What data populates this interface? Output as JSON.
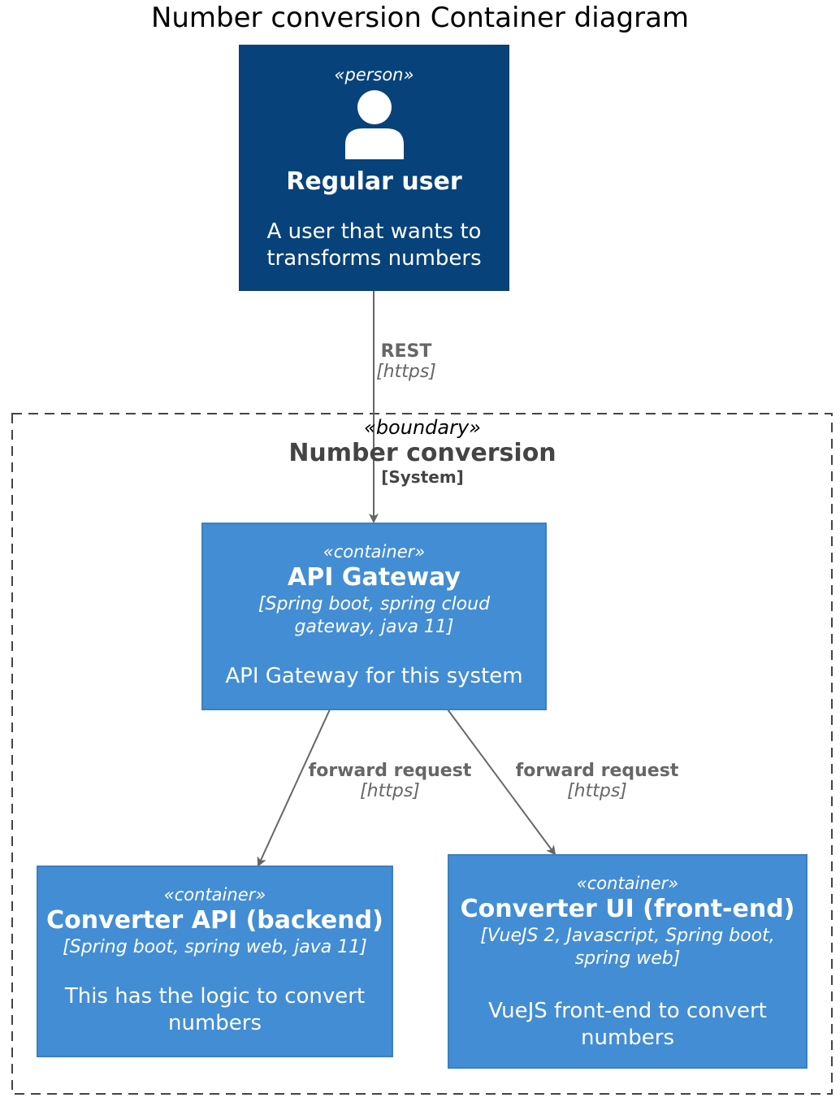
{
  "title": "Number conversion Container diagram",
  "person": {
    "stereotype": "«person»",
    "name": "Regular user",
    "description_line1": "A user that wants to",
    "description_line2": "transforms numbers"
  },
  "boundary": {
    "stereotype": "«boundary»",
    "name": "Number conversion",
    "type": "[System]"
  },
  "gateway": {
    "stereotype": "«container»",
    "name": "API Gateway",
    "tech_line1": "[Spring boot, spring cloud",
    "tech_line2": "gateway, java 11]",
    "description": "API Gateway for this system"
  },
  "converter_api": {
    "stereotype": "«container»",
    "name": "Converter API (backend)",
    "tech": "[Spring boot, spring web, java 11]",
    "description_line1": "This has the logic to convert",
    "description_line2": "numbers"
  },
  "converter_ui": {
    "stereotype": "«container»",
    "name": "Converter UI (front-end)",
    "tech_line1": "[VueJS 2, Javascript, Spring boot,",
    "tech_line2": "spring web]",
    "description_line1": "VueJS front-end to convert",
    "description_line2": "numbers"
  },
  "edges": {
    "user_to_gateway": {
      "label": "REST",
      "tech": "[https]"
    },
    "gateway_to_api": {
      "label": "forward request",
      "tech": "[https]"
    },
    "gateway_to_ui": {
      "label": "forward request",
      "tech": "[https]"
    }
  },
  "colors": {
    "person": "#08427b",
    "container": "#438dd5",
    "edge": "#666666"
  }
}
